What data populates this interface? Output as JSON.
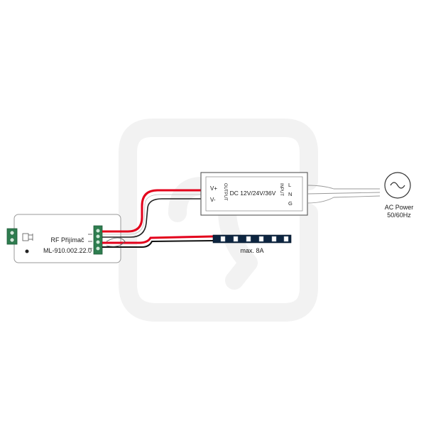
{
  "receiver": {
    "title": "RF Přijímač",
    "model": "ML-910.002.22.0"
  },
  "power_supply": {
    "voltage_label": "DC 12V/24V/36V",
    "output_label": "OUTPUT",
    "input_label": "INPUT",
    "pin_vplus": "V+",
    "pin_vminus": "V-",
    "pin_l": "L",
    "pin_n": "N",
    "pin_g": "G"
  },
  "ac_power": {
    "line1": "AC Power",
    "line2": "50/60Hz"
  },
  "led_strip": {
    "max_current": "max. 8A"
  },
  "colors": {
    "wire_positive": "#e3001b",
    "wire_negative": "#111111",
    "terminal_green": "#2e7d4f",
    "watermark": "#f1f1f1"
  }
}
